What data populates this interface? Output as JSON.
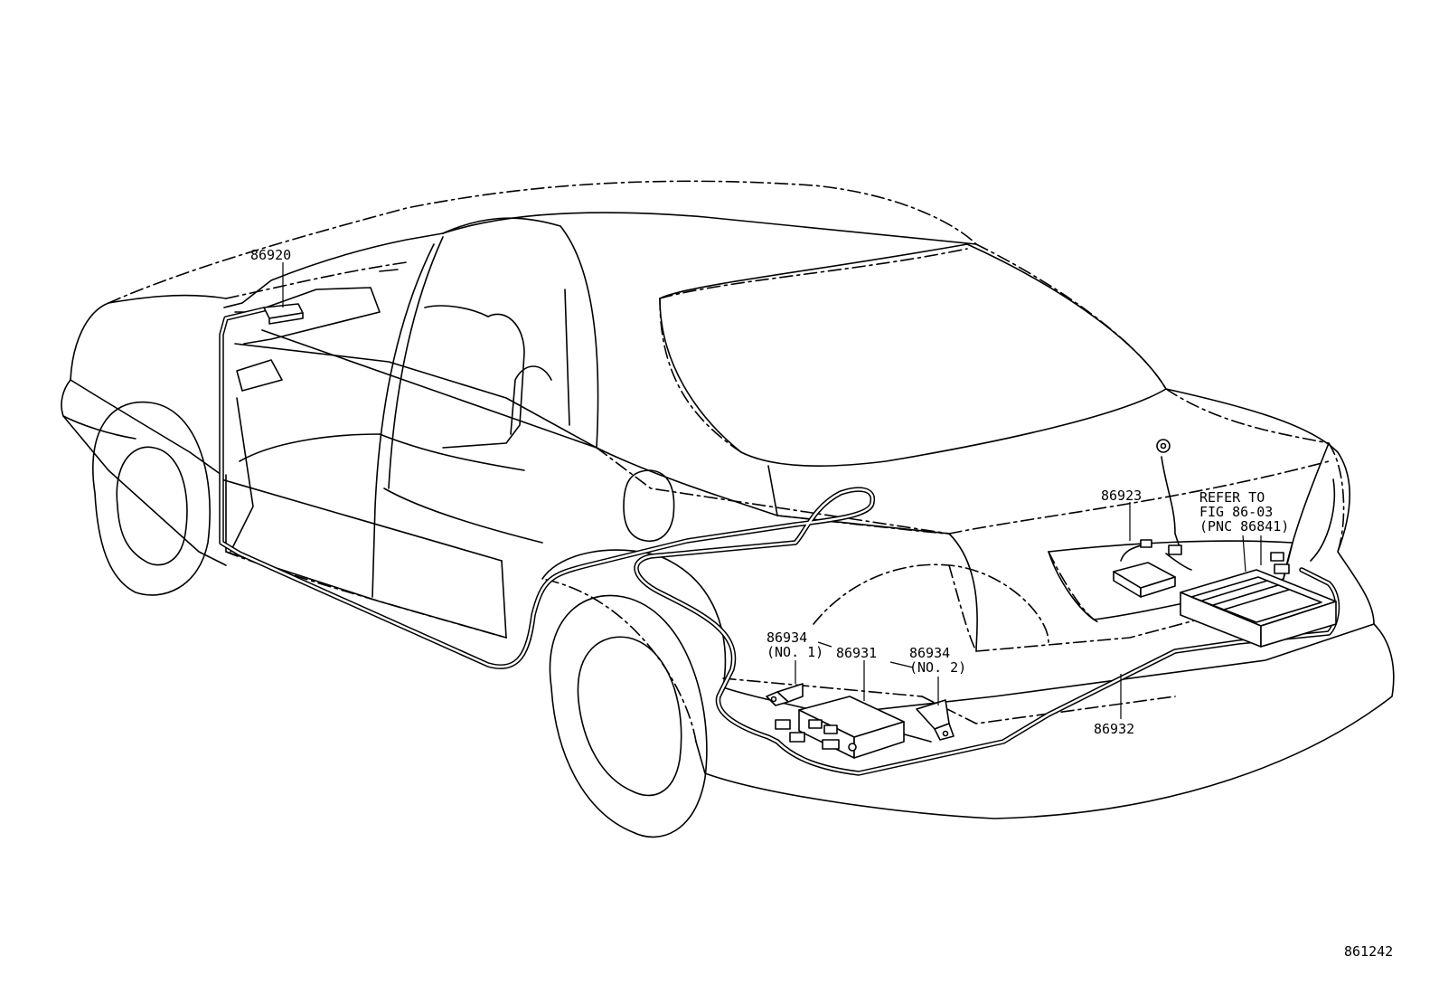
{
  "diagram": {
    "parts": {
      "p86920": "86920",
      "p86923": "86923",
      "p86931": "86931",
      "p86932": "86932",
      "p86934_1": "86934",
      "p86934_1_note": "(NO. 1)",
      "p86934_2": "86934",
      "p86934_2_note": "(NO. 2)"
    },
    "refer": {
      "line1": "REFER TO",
      "line2": "FIG 86-03",
      "line3": "(PNC 86841)"
    },
    "figure_number": "861242"
  }
}
